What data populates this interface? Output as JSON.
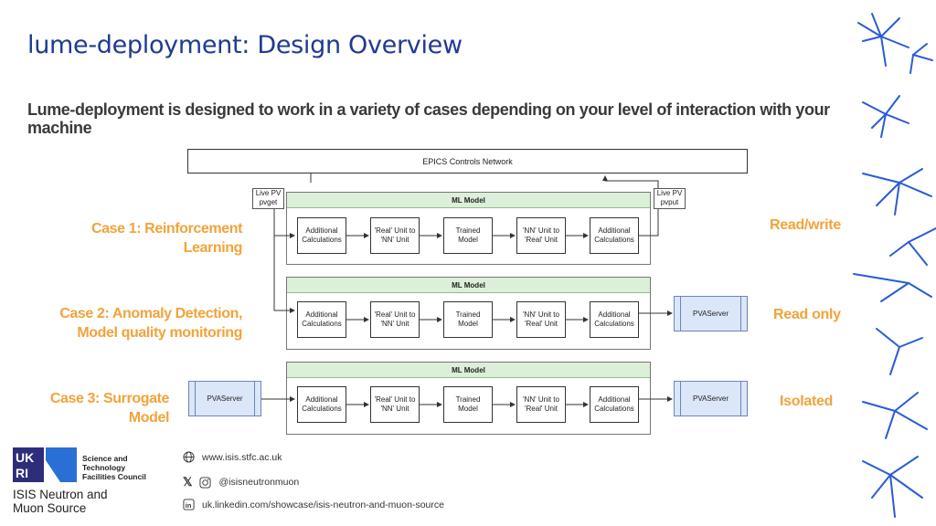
{
  "slide": {
    "title": "lume-deployment: Design Overview",
    "subtitle": "Lume-deployment is designed to work in a variety of cases depending on your level of interaction with your machine"
  },
  "diagram": {
    "network": "EPICS Controls Network",
    "live_pvget": [
      "Live PV",
      "pvget"
    ],
    "live_pvput": [
      "Live PV",
      "pvput"
    ],
    "panel_title": "ML Model",
    "blocks": [
      [
        "Additional",
        "Calculations"
      ],
      [
        "'Real' Unit to",
        "'NN' Unit"
      ],
      [
        "Trained",
        "Model"
      ],
      [
        "'NN' Unit to",
        "'Real' Unit"
      ],
      [
        "Additional",
        "Calculations"
      ]
    ],
    "pvaserver": "PVAServer"
  },
  "cases": [
    {
      "label_lines": [
        "Case 1: Reinforcement",
        "Learning"
      ],
      "mode": "Read/write"
    },
    {
      "label_lines": [
        "Case 2: Anomaly Detection,",
        "Model quality monitoring"
      ],
      "mode": "Read only"
    },
    {
      "label_lines": [
        "Case 3: Surrogate",
        "Model"
      ],
      "mode": "Isolated"
    }
  ],
  "footer": {
    "org_lines": [
      "Science and",
      "Technology",
      "Facilities Council"
    ],
    "logo_text": "UKRI",
    "isis_lines": [
      "ISIS Neutron and",
      "Muon Source"
    ],
    "website": "www.isis.stfc.ac.uk",
    "social": "@isisneutronmuon",
    "linkedin": "uk.linkedin.com/showcase/isis-neutron-and-muon-source"
  },
  "colors": {
    "title": "#1f3a93",
    "case_text": "#f2a33a",
    "panel_header": "#dcefd8",
    "pvaserver": "#dbe6f8",
    "accent_burst": "#2a5bd7"
  }
}
